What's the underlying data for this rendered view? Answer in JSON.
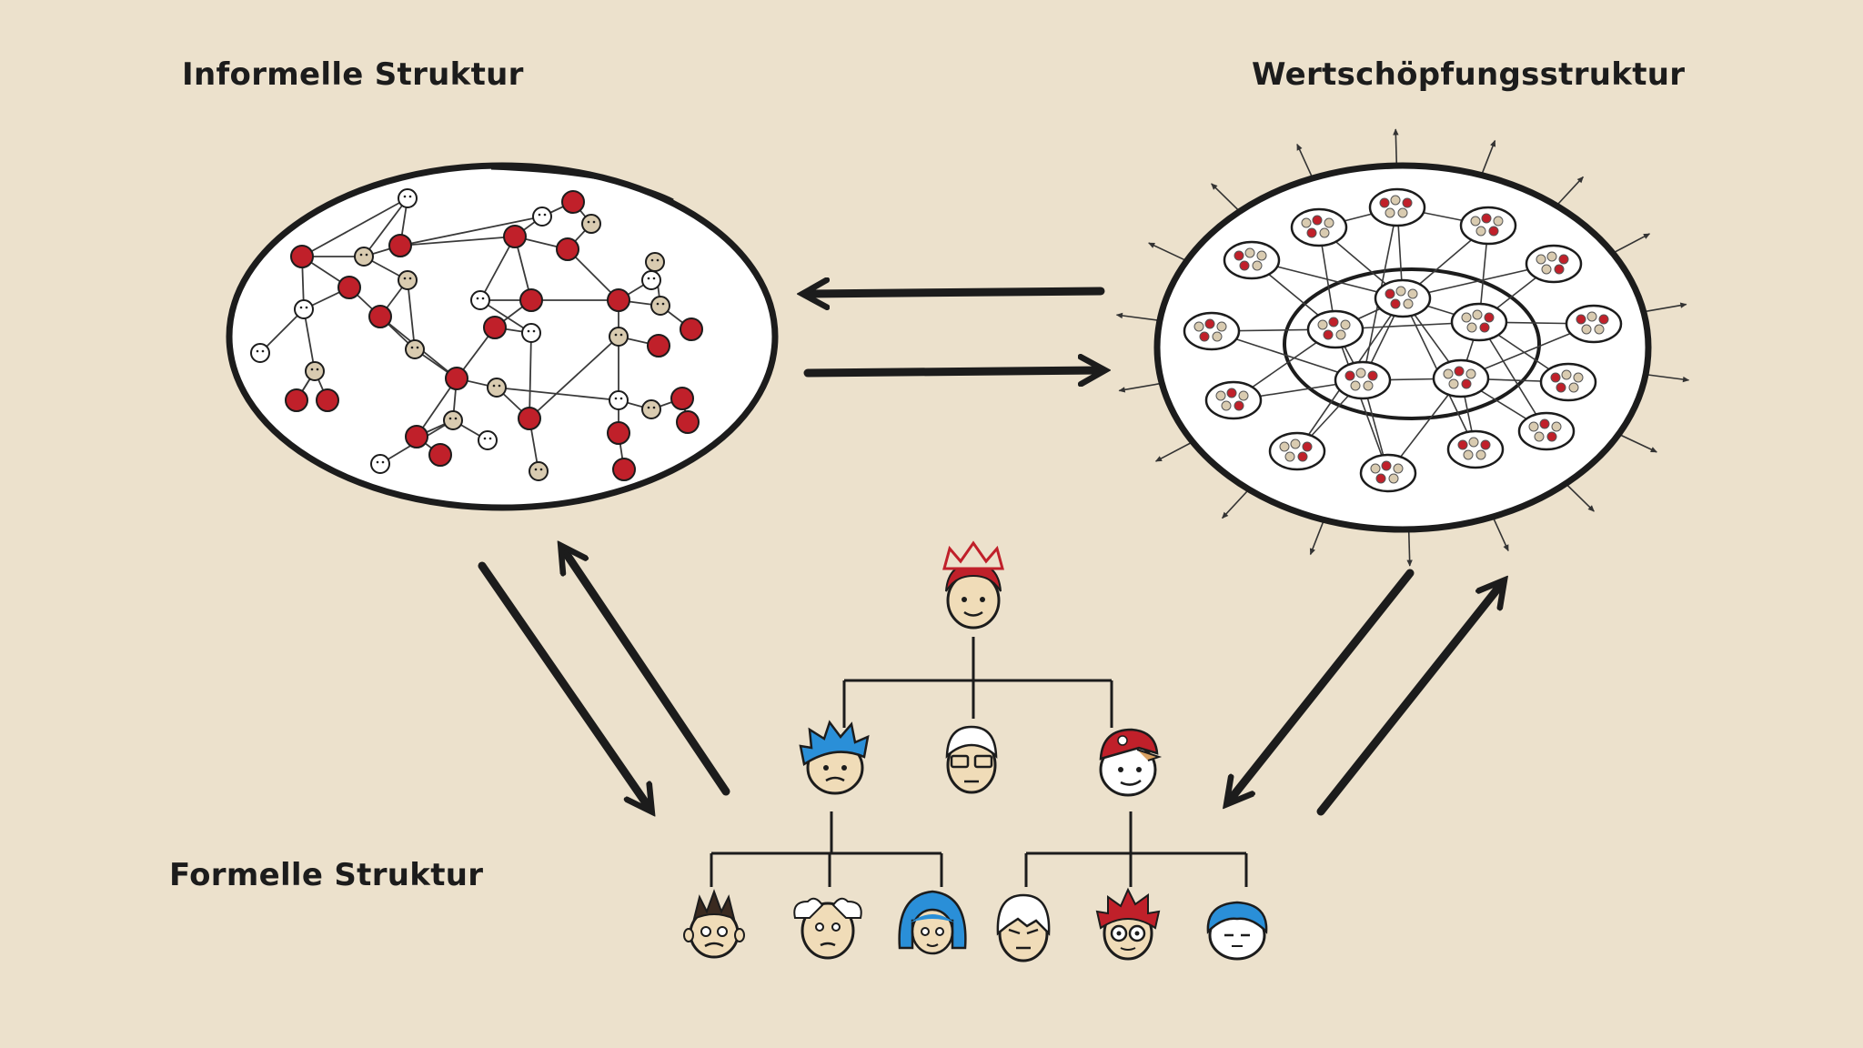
{
  "labels": {
    "informal": "Informelle Struktur",
    "value_creation": "Wertschöpfungsstruktur",
    "formal": "Formelle Struktur"
  },
  "colors": {
    "background": "#ece1cc",
    "ink": "#1c1c1c",
    "red": "#c0202a",
    "beige": "#d9cbb0",
    "white": "#ffffff",
    "blue": "#2a8fd8",
    "skin": "#f0dcb8"
  }
}
